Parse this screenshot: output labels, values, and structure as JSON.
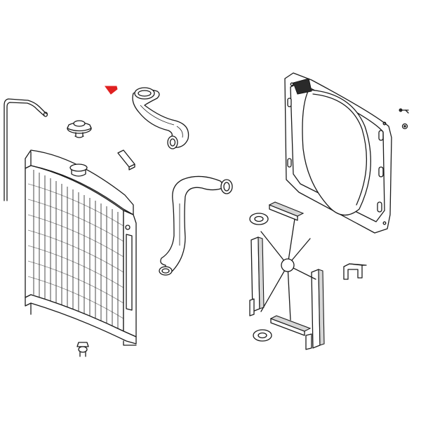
{
  "diagram": {
    "type": "exploded-parts-illustration",
    "accent_color": "#e02020",
    "line_color": "#1a1a1a",
    "background": "#ffffff",
    "parts": [
      "radiator-core",
      "overflow-tube",
      "radiator-cap",
      "upper-radiator-hose",
      "lower-radiator-hose",
      "mounting-strip",
      "fan-shroud",
      "shroud-bolts",
      "fan-blade-assembly",
      "rubber-grommet-upper",
      "rubber-grommet-lower",
      "u-clip",
      "drain-plug",
      "pointer-arrow"
    ]
  }
}
